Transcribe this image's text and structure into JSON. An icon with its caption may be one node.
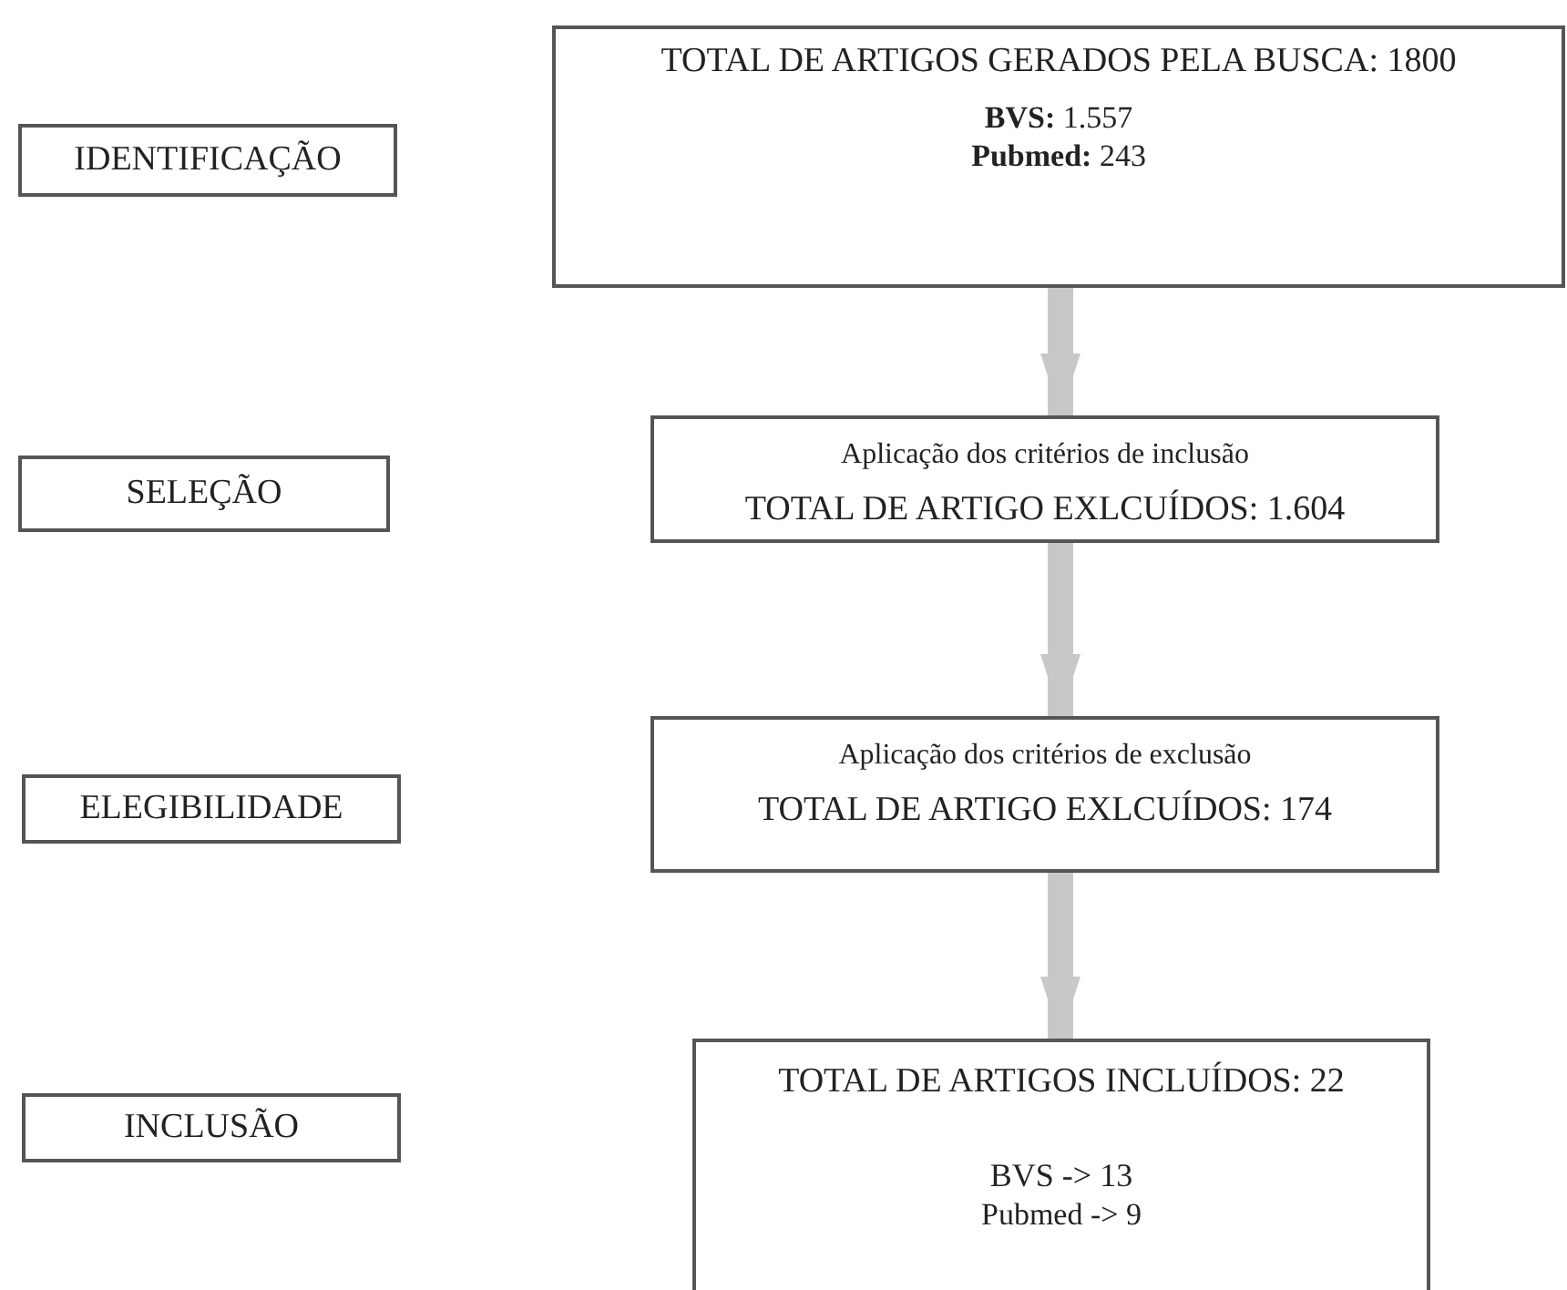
{
  "diagram": {
    "nodes": [
      {
        "text": [
          "IDENTIFICAÇÃO"
        ]
      },
      {
        "text": [
          "TOTAL DE ARTIGOS GERADOS PELA BUSCA: 1800",
          "**BVS:** 1.557",
          "**Pubmed:** 243"
        ]
      },
      {
        "text": [
          "SELEÇÃO"
        ]
      },
      {
        "text": [
          "Aplicação dos critérios de inclusão",
          "TOTAL DE ARTIGO EXLCUÍDOS: 1.604"
        ]
      },
      {
        "text": [
          "ELEGIBILIDADE"
        ]
      },
      {
        "text": [
          "Aplicação dos critérios de exclusão",
          "TOTAL DE ARTIGO EXLCUÍDOS: 174"
        ]
      },
      {
        "text": [
          "INCLUSÃO"
        ]
      },
      {
        "text": [
          "TOTAL DE ARTIGOS INCLUÍDOS: 22",
          "BVS -> 13",
          "Pubmed -> 9"
        ]
      }
    ],
    "edges": [
      {
        "from": 1,
        "to": 3,
        "arrow": "to"
      },
      {
        "from": 3,
        "to": 5,
        "arrow": "to"
      },
      {
        "from": 5,
        "to": 7,
        "arrow": "to"
      }
    ]
  }
}
